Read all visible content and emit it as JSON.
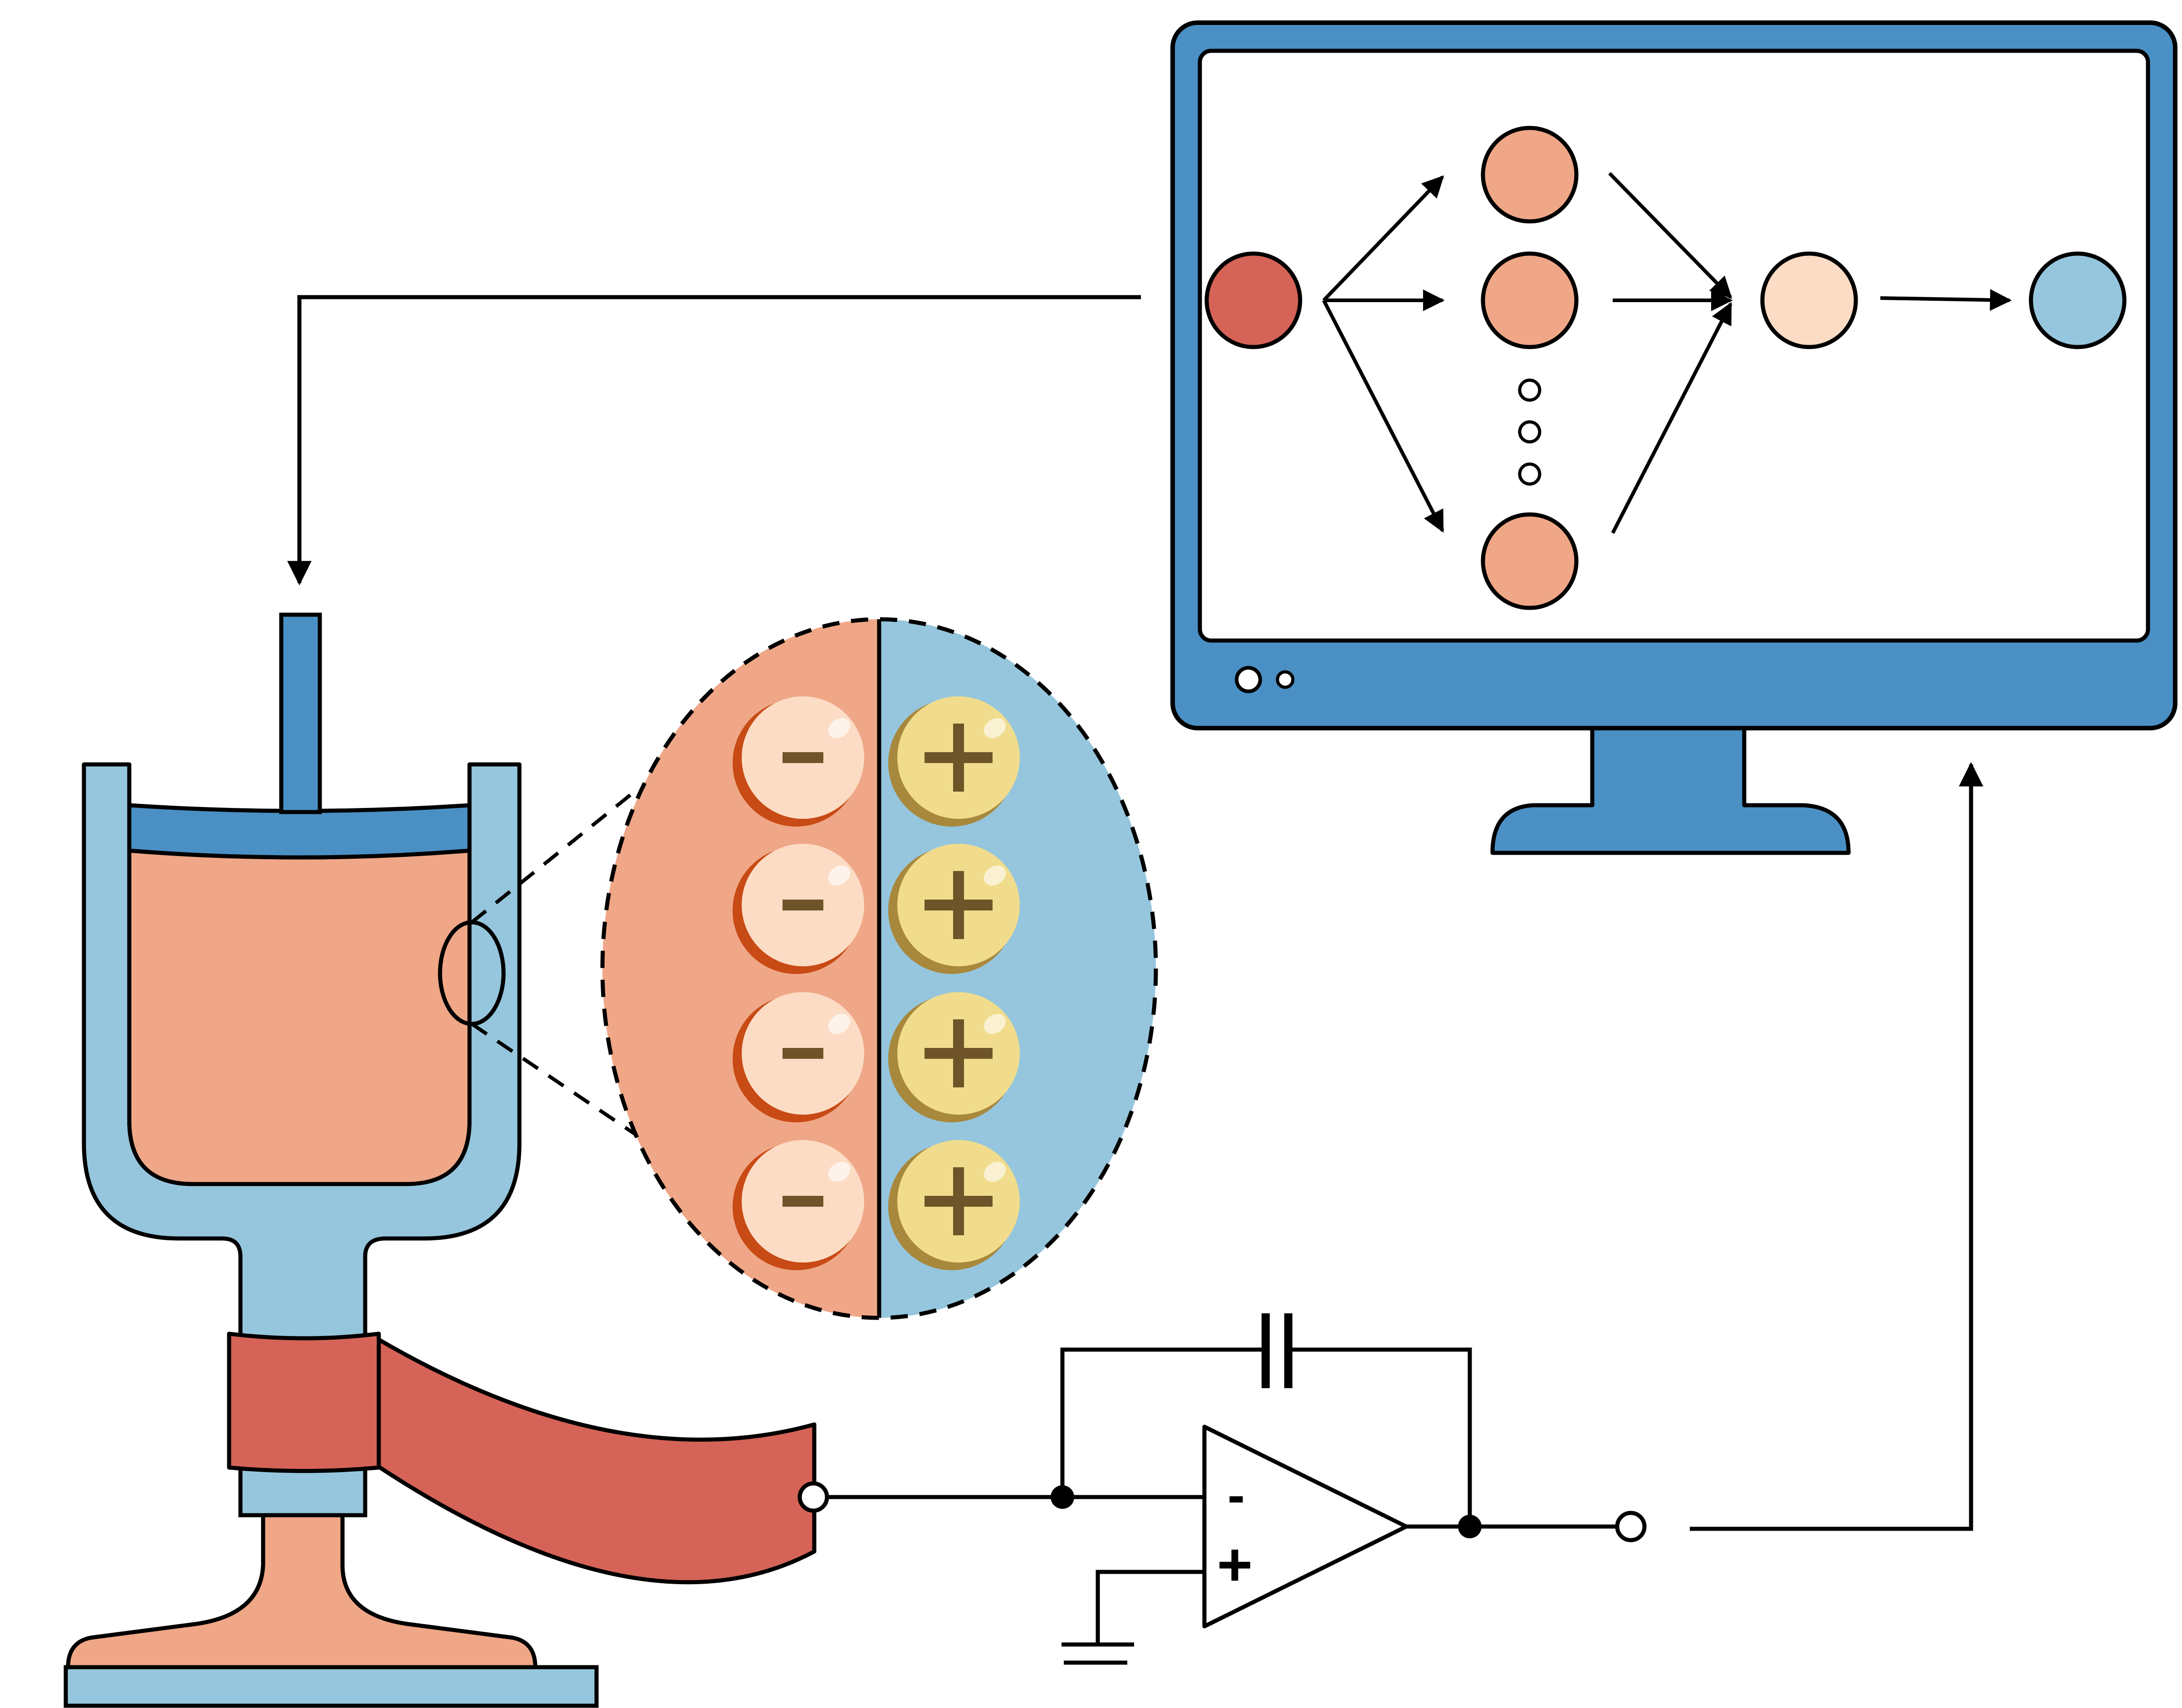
{
  "colors": {
    "stroke": "#000000",
    "monitor_blue": "#4a90c4",
    "container_blue": "#96c6dd",
    "fluid_salmon": "#efa787",
    "strap_red": "#d66357",
    "input_node": "#d66357",
    "hidden_node": "#efa787",
    "merge_node": "#fcdcc4",
    "output_node": "#96c6dd",
    "neg_charge": "#fcdcc4",
    "neg_charge_rim": "#c84a14",
    "pos_charge": "#f0dc8c",
    "pos_charge_rim": "#a8883c",
    "charge_sign": "#6e5428",
    "screen_bg": "#ffffff"
  },
  "components": {
    "triboelectric_device": "piston-container-with-sensor-strap",
    "charge_zoom": "dashed-ellipse-interface",
    "amplifier": "op-amp-integrator",
    "computer": "monitor-neural-network"
  },
  "op_amp": {
    "inverting_sign": "-",
    "non_inverting_sign": "+"
  },
  "charges": {
    "negative_sign": "-",
    "positive_sign": "+",
    "count_per_side": 4
  },
  "neural_network": {
    "input_nodes": 1,
    "hidden_nodes_shown": 3,
    "ellipsis_dots": 3,
    "merge_nodes": 1,
    "output_nodes": 1
  }
}
